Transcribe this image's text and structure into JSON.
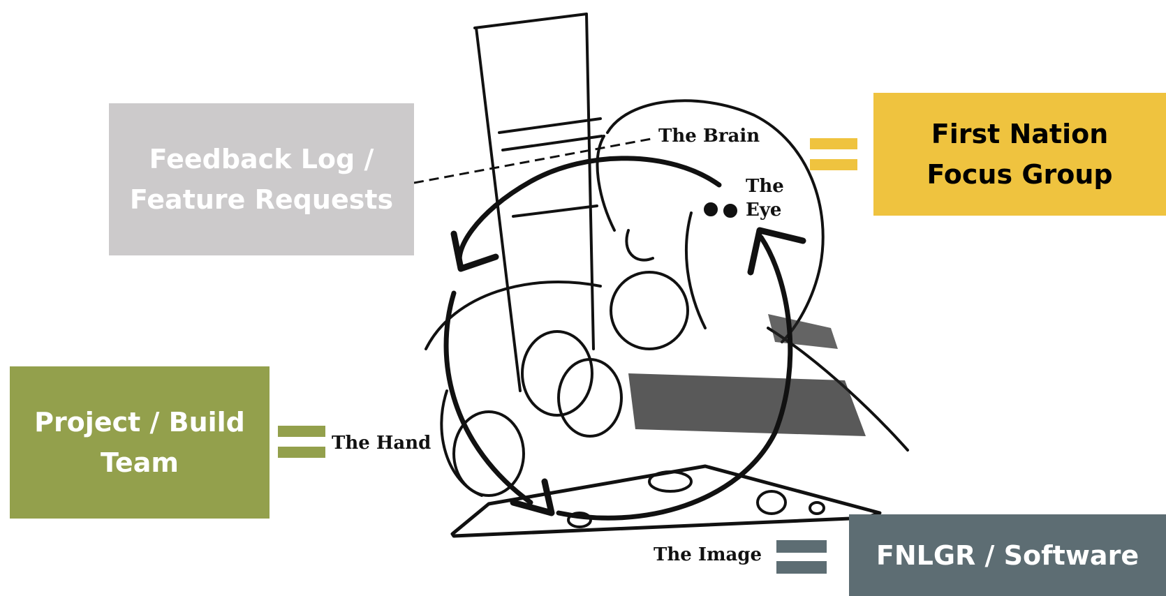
{
  "boxes": {
    "feedback": {
      "line1": "Feedback Log /",
      "line2": "Feature Requests",
      "color": "#cccacb"
    },
    "focus_group": {
      "line1": "First Nation",
      "line2": "Focus Group",
      "color": "#efc33f"
    },
    "project": {
      "line1": "Project / Build",
      "line2": "Team",
      "color": "#93a04c"
    },
    "software": {
      "line1": "FNLGR / Software",
      "color": "#5d6d73"
    }
  },
  "sketch_labels": {
    "brain": "The Brain",
    "eye_line1": "The",
    "eye_line2": "Eye",
    "hand": "The Hand",
    "image": "The Image"
  },
  "icons": {
    "illustration": "hand-drawing-with-brush-under-eye-icon",
    "equals": "equals-sign"
  }
}
